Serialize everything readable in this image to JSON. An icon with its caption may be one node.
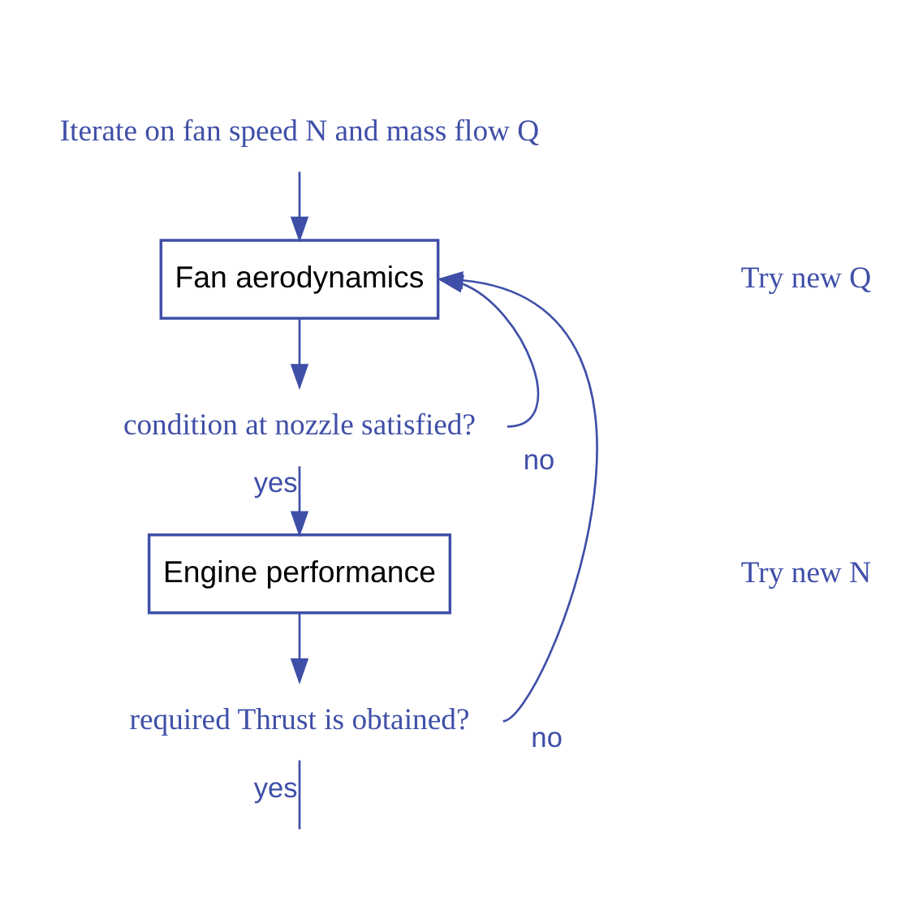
{
  "diagram": {
    "nodes": [
      {
        "text": [
          "Iterate on fan speed N and mass flow Q"
        ]
      },
      {
        "text": [
          "Fan aerodynamics"
        ]
      },
      {
        "text": [
          "condition at nozzle satisfied?"
        ]
      },
      {
        "text": [
          "Engine performance"
        ]
      },
      {
        "text": [
          "required Thrust is obtained?"
        ]
      }
    ],
    "edges": [
      {
        "from": 0,
        "to": 1,
        "arrow": "to"
      },
      {
        "from": 1,
        "to": 2,
        "arrow": "to"
      },
      {
        "from": 2,
        "to": 3,
        "arrow": "to",
        "label": "yes"
      },
      {
        "from": 2,
        "to": 1,
        "arrow": "to",
        "label": "no"
      },
      {
        "from": 3,
        "to": 4,
        "arrow": "to"
      },
      {
        "from": 4,
        "to": null,
        "arrow": "none",
        "label": "yes"
      },
      {
        "from": 4,
        "to": 1,
        "arrow": "to",
        "label": "no"
      }
    ],
    "labels": [
      "Try new Q",
      "Try new N"
    ]
  }
}
